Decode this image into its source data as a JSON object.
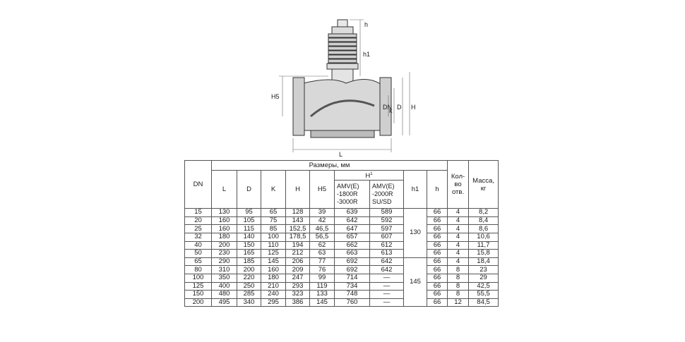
{
  "drawing": {
    "labels": {
      "h": "h",
      "h1": "h1",
      "H5": "H5",
      "DN": "DN",
      "k": "k",
      "D": "D",
      "H": "H",
      "L": "L"
    }
  },
  "table": {
    "header": {
      "dn": "DN",
      "sizes": "Размеры, мм",
      "L": "L",
      "D": "D",
      "K": "K",
      "H": "H",
      "H5": "H5",
      "H1_base": "H",
      "H1_sup": "1",
      "amv1": [
        "AMV(E)",
        "-1800R",
        "-3000R"
      ],
      "amv2": [
        "AMV(E)",
        "-2000R",
        "SU/SD"
      ],
      "h1": "h1",
      "h": "h",
      "qty": [
        "Кол-",
        "во",
        "отв."
      ],
      "mass": [
        "Масса,",
        "кг"
      ]
    },
    "h1_groups": [
      "130",
      "145"
    ],
    "rows": [
      {
        "dn": "15",
        "L": "130",
        "D": "95",
        "K": "65",
        "H": "128",
        "H5": "39",
        "amv1": "639",
        "amv2": "589",
        "h": "66",
        "qty": "4",
        "mass": "8,2"
      },
      {
        "dn": "20",
        "L": "160",
        "D": "105",
        "K": "75",
        "H": "143",
        "H5": "42",
        "amv1": "642",
        "amv2": "592",
        "h": "66",
        "qty": "4",
        "mass": "8,4"
      },
      {
        "dn": "25",
        "L": "160",
        "D": "115",
        "K": "85",
        "H": "152,5",
        "H5": "46,5",
        "amv1": "647",
        "amv2": "597",
        "h": "66",
        "qty": "4",
        "mass": "8,6"
      },
      {
        "dn": "32",
        "L": "180",
        "D": "140",
        "K": "100",
        "H": "178,5",
        "H5": "56,5",
        "amv1": "657",
        "amv2": "607",
        "h": "66",
        "qty": "4",
        "mass": "10,6"
      },
      {
        "dn": "40",
        "L": "200",
        "D": "150",
        "K": "110",
        "H": "194",
        "H5": "62",
        "amv1": "662",
        "amv2": "612",
        "h": "66",
        "qty": "4",
        "mass": "11,7"
      },
      {
        "dn": "50",
        "L": "230",
        "D": "165",
        "K": "125",
        "H": "212",
        "H5": "63",
        "amv1": "663",
        "amv2": "613",
        "h": "66",
        "qty": "4",
        "mass": "15,8"
      },
      {
        "dn": "65",
        "L": "290",
        "D": "185",
        "K": "145",
        "H": "206",
        "H5": "77",
        "amv1": "692",
        "amv2": "642",
        "h": "66",
        "qty": "4",
        "mass": "18,4"
      },
      {
        "dn": "80",
        "L": "310",
        "D": "200",
        "K": "160",
        "H": "209",
        "H5": "76",
        "amv1": "692",
        "amv2": "642",
        "h": "66",
        "qty": "8",
        "mass": "23"
      },
      {
        "dn": "100",
        "L": "350",
        "D": "220",
        "K": "180",
        "H": "247",
        "H5": "99",
        "amv1": "714",
        "amv2": "—",
        "h": "66",
        "qty": "8",
        "mass": "29"
      },
      {
        "dn": "125",
        "L": "400",
        "D": "250",
        "K": "210",
        "H": "293",
        "H5": "119",
        "amv1": "734",
        "amv2": "—",
        "h": "66",
        "qty": "8",
        "mass": "42,5"
      },
      {
        "dn": "150",
        "L": "480",
        "D": "285",
        "K": "240",
        "H": "323",
        "H5": "133",
        "amv1": "748",
        "amv2": "—",
        "h": "66",
        "qty": "8",
        "mass": "55,5"
      },
      {
        "dn": "200",
        "L": "495",
        "D": "340",
        "K": "295",
        "H": "386",
        "H5": "145",
        "amv1": "760",
        "amv2": "—",
        "h": "66",
        "qty": "12",
        "mass": "84,5"
      }
    ]
  }
}
